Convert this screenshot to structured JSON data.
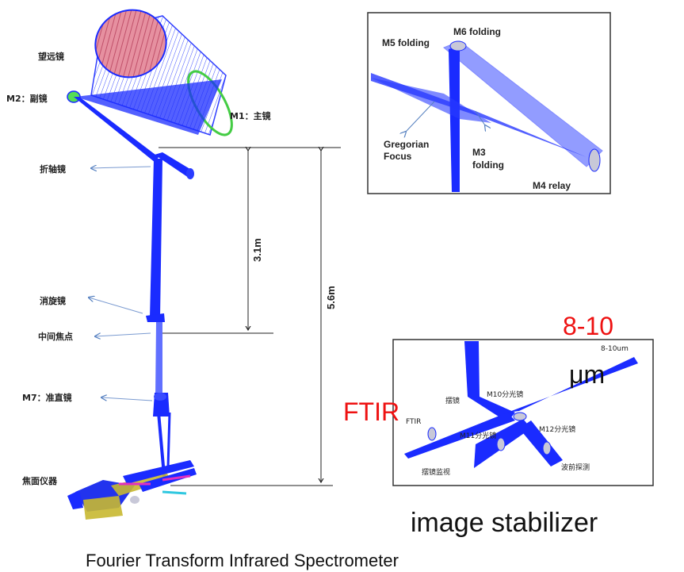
{
  "telescope_diagram": {
    "labels": {
      "telescope": "望远镜",
      "m2": "M2：副镜",
      "m1": "M1：主镜",
      "fold_mirror": "折轴镜",
      "derotator": "消旋镜",
      "intermediate_focus": "中间焦点",
      "m7": "M7：准直镜",
      "focal_instruments": "焦面仪器"
    },
    "dimensions": {
      "inner": "3.1m",
      "outer": "5.6m"
    }
  },
  "inset_folding": {
    "m5": "M5 folding",
    "m6": "M6 folding",
    "gregorian": "Gregorian\nFocus",
    "m3": "M3\nfolding",
    "m4": "M4 relay"
  },
  "inset_instrument": {
    "range_small": "8-10um",
    "ftir_small": "FTIR",
    "fold": "摆镜",
    "m10": "M10分光镜",
    "m11": "M11分光镜",
    "m12": "M12分光镜",
    "stab_monitor": "摆镜监视",
    "wavefront": "波前探测"
  },
  "overlay": {
    "range_line1": "8-10",
    "range_line2": "μm",
    "ftir": "FTIR",
    "image_stabilizer": "image stabilizer",
    "caption": "Fourier Transform Infrared Spectrometer"
  },
  "colors": {
    "beam": "#1a2bff",
    "beam_light": "#5a6cff",
    "red_text": "#ee1111",
    "aperture": "#e0708a",
    "rim": "#44cc44",
    "yellow": "#c8b830",
    "magenta": "#e030c0",
    "cyan": "#30c8e0"
  }
}
